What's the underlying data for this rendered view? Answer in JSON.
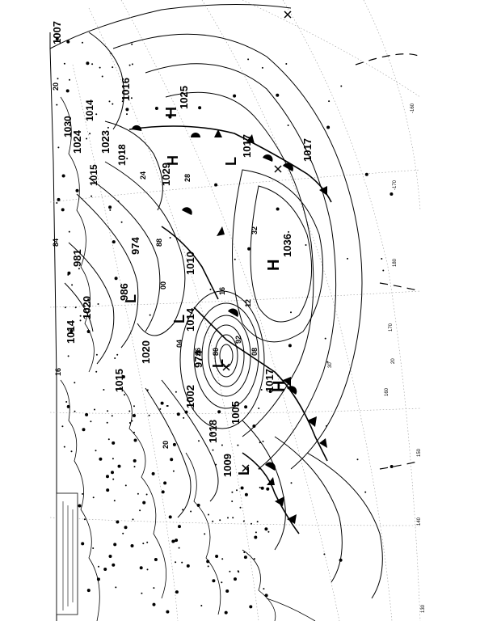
{
  "map": {
    "pressure_labels": [
      "1007",
      "1030",
      "1024",
      "1014",
      "1016",
      "1025",
      "1023",
      "1018",
      "1015",
      "1017",
      "1029",
      "1017",
      "981",
      "974",
      "1036",
      "986",
      "1010",
      "1020",
      "1014",
      "1014",
      "1020",
      "1015",
      "974",
      "1002",
      "1017",
      "1005",
      "1018",
      "1009"
    ],
    "centers": [
      "H",
      "L",
      "H",
      "L",
      "H",
      "L",
      "L",
      "H",
      "L"
    ],
    "isobar_values": [
      "20",
      "24",
      "28",
      "32",
      "16",
      "12",
      "08",
      "04",
      "00",
      "96",
      "92",
      "88",
      "84",
      "80",
      "16",
      "20"
    ],
    "longitudes": [
      "-160",
      "-170",
      "180",
      "170",
      "160",
      "150",
      "140",
      "130"
    ],
    "latitudes": [
      "20",
      "30"
    ],
    "colors": {
      "ink": "#000000",
      "paper": "#ffffff",
      "grid": "#9a9a9a"
    }
  }
}
